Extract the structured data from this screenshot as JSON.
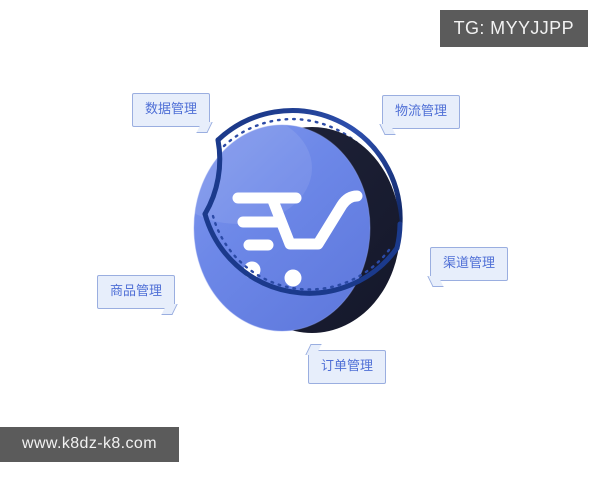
{
  "watermarks": {
    "top_right": "TG: MYYJJPP",
    "bottom_left": "www.k8dz-k8.com"
  },
  "diagram": {
    "center": {
      "icon": "shopping-cart-icon",
      "disc_color": "#6b86e6",
      "base_color": "#1a1d2f",
      "icon_color": "#ffffff"
    },
    "ring": {
      "solid_color": "#1b3a8c",
      "dotted_color": "#27408f",
      "style": "orbit"
    },
    "tags": [
      {
        "id": "data",
        "label": "数据管理",
        "tail": "br"
      },
      {
        "id": "logistics",
        "label": "物流管理",
        "tail": "bl"
      },
      {
        "id": "channel",
        "label": "渠道管理",
        "tail": "bl"
      },
      {
        "id": "order",
        "label": "订单管理",
        "tail": "tl"
      },
      {
        "id": "product",
        "label": "商品管理",
        "tail": "br"
      }
    ]
  },
  "colors": {
    "tag_background": "#e7eefb",
    "tag_border": "#9aaee0",
    "tag_text": "#4f6fd6",
    "watermark_background": "#5b5b5b",
    "watermark_text": "#f2f2f2",
    "page_background": "#ffffff"
  }
}
